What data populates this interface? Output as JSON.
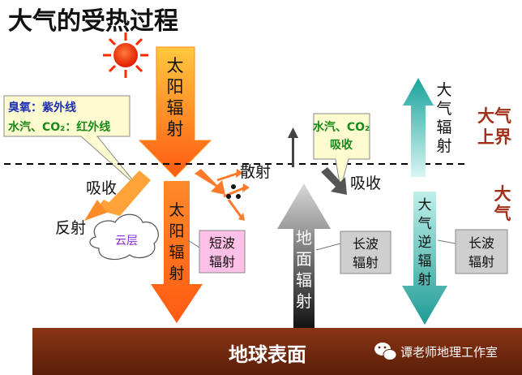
{
  "title": "大气的受热过程",
  "labels": {
    "solar_top": [
      "太",
      "阳",
      "辐",
      "射"
    ],
    "solar_bottom": [
      "太",
      "阳",
      "辐",
      "射"
    ],
    "absorb_left": "吸收",
    "reflect": "反射",
    "cloud": "云层",
    "scatter": "散射",
    "absorb_right": "吸收",
    "ground_rad": [
      "地",
      "面",
      "辐",
      "射"
    ],
    "atm_rad_up": [
      "大",
      "气",
      "辐",
      "射"
    ],
    "atm_back": [
      "大",
      "气",
      "逆",
      "辐",
      "射"
    ],
    "upper_boundary": [
      "大气",
      "上界"
    ],
    "atmosphere": [
      "大",
      "气"
    ],
    "earth_surface": "地球表面",
    "watermark": "谭老师地理工作室"
  },
  "callouts": {
    "ozone": "臭氧：紫外线",
    "water": "水汽、CO₂：红外线",
    "water_co2_1": "水汽、CO₂",
    "water_co2_2": "吸收",
    "short_wave": [
      "短波",
      "辐射"
    ],
    "long_wave_1": [
      "长波",
      "辐射"
    ],
    "long_wave_2": [
      "长波",
      "辐射"
    ]
  },
  "colors": {
    "solar": "#ff6a1a",
    "solar_top": "#ffc03a",
    "ground": "#7a2a10",
    "ground_arrow": "#222222",
    "atm_arrow": "#2fb8b0",
    "red_label": "#a0301a",
    "cloud": "#8a2be2"
  }
}
